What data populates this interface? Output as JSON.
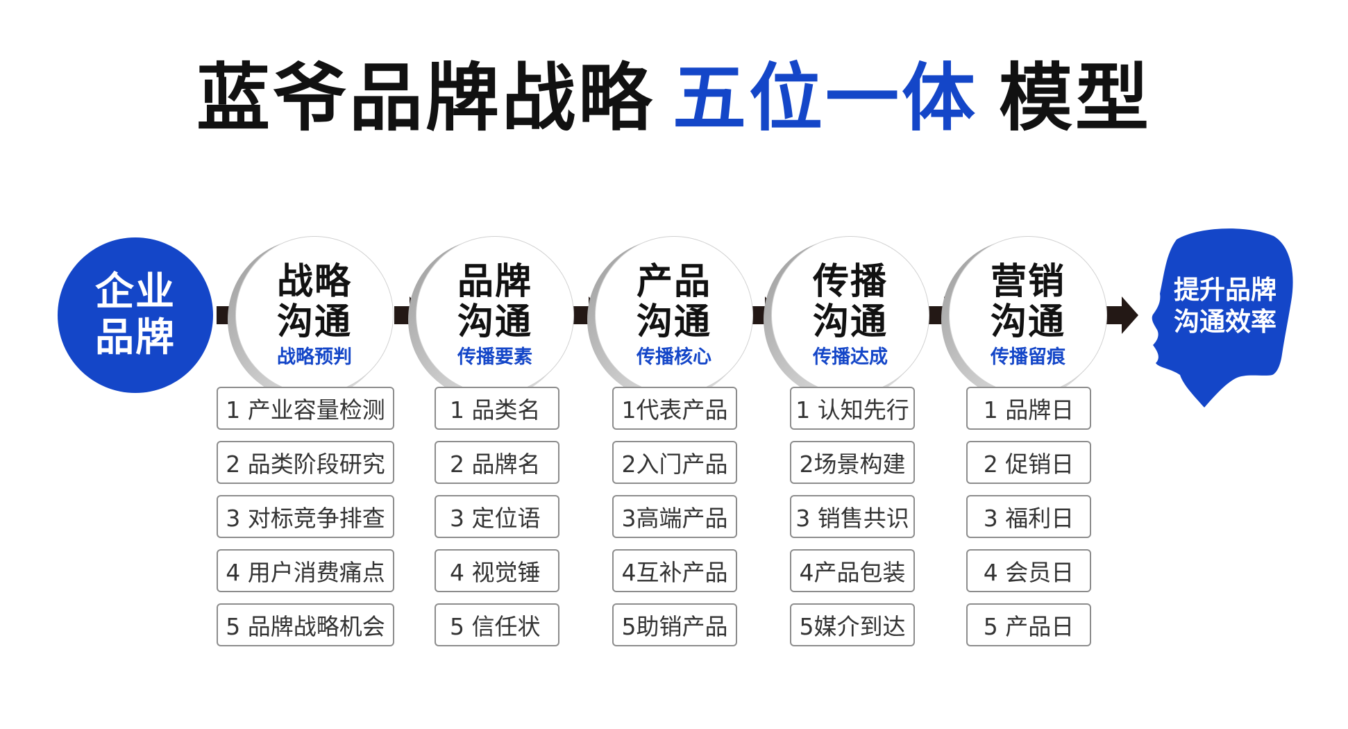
{
  "title": {
    "main": "蓝爷品牌战略",
    "accent": "五位一体",
    "tail": "模型"
  },
  "colors": {
    "accent": "#1446c8",
    "text": "#111111",
    "border": "#8c8c8c"
  },
  "start": {
    "line1": "企业",
    "line2": "品牌"
  },
  "stages": [
    {
      "line1": "战略",
      "line2": "沟通",
      "subtitle": "战略预判",
      "items": [
        "1 产业容量检测",
        "2 品类阶段研究",
        "3 对标竞争排查",
        "4 用户消费痛点",
        "5 品牌战略机会"
      ]
    },
    {
      "line1": "品牌",
      "line2": "沟通",
      "subtitle": "传播要素",
      "items": [
        "1  品类名",
        "2  品牌名",
        "3  定位语",
        "4  视觉锤",
        "5  信任状"
      ]
    },
    {
      "line1": "产品",
      "line2": "沟通",
      "subtitle": "传播核心",
      "items": [
        "1代表产品",
        "2入门产品",
        "3高端产品",
        "4互补产品",
        "5助销产品"
      ]
    },
    {
      "line1": "传播",
      "line2": "沟通",
      "subtitle": "传播达成",
      "items": [
        "1 认知先行",
        "2场景构建",
        "3 销售共识",
        "4产品包装",
        "5媒介到达"
      ]
    },
    {
      "line1": "营销",
      "line2": "沟通",
      "subtitle": "传播留痕",
      "items": [
        "1 品牌日",
        "2 促销日",
        "3 福利日",
        "4 会员日",
        "5 产品日"
      ]
    }
  ],
  "end": {
    "line1": "提升品牌",
    "line2": "沟通效率",
    "icon": "head-profile-icon"
  },
  "arrow_icon": "arrow-right-icon"
}
